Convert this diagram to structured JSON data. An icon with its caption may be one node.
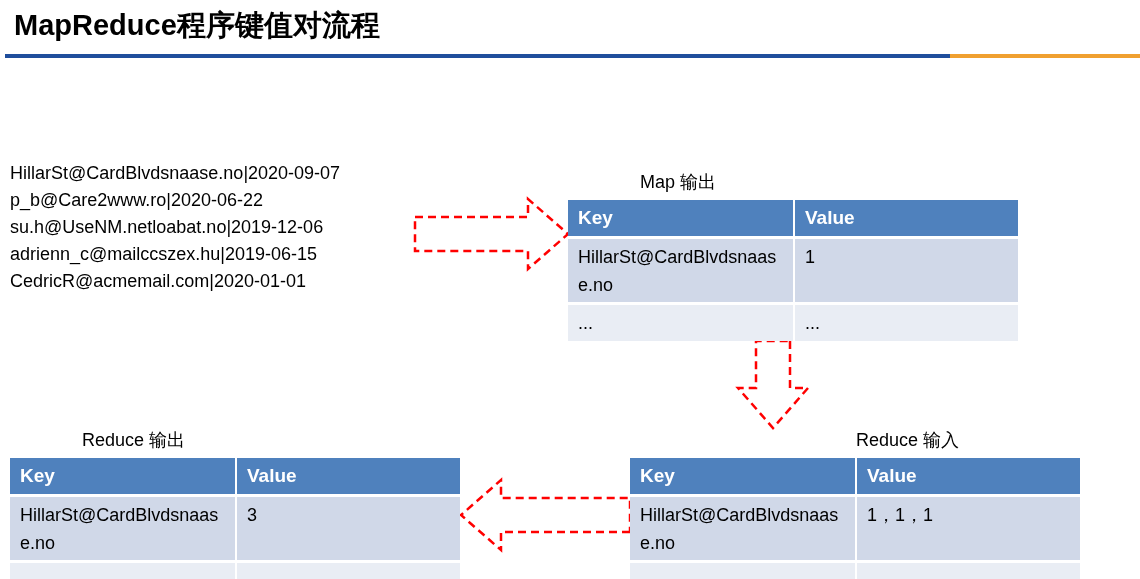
{
  "diagram": {
    "title": "MapReduce程序键值对流程",
    "nodes": [
      {
        "text": [
          "HillarSt@CardBlvdsnaase.no|2020-09-07",
          "p_b@Care2www.ro|2020-06-22",
          "su.h@UseNM.netloabat.no|2019-12-06",
          "adrienn_c@mailccszex.hu|2019-06-15",
          "CedricR@acmemail.com|2020-01-01"
        ]
      },
      {
        "text": [
          "Map 输出",
          "Key",
          "Value",
          "HillarSt@CardBlvdsnaase.no",
          "1",
          "...",
          "..."
        ]
      },
      {
        "text": [
          "Reduce 输入",
          "Key",
          "Value",
          "HillarSt@CardBlvdsnaase.no",
          "1，1，1"
        ]
      },
      {
        "text": [
          "Reduce 输出",
          "Key",
          "Value",
          "HillarSt@CardBlvdsnaase.no",
          "3"
        ]
      }
    ],
    "edges": [
      {
        "from": 0,
        "to": 1,
        "arrow": "to",
        "style": "dashed"
      },
      {
        "from": 1,
        "to": 2,
        "arrow": "to",
        "style": "dashed"
      },
      {
        "from": 2,
        "to": 3,
        "arrow": "to",
        "style": "dashed"
      }
    ]
  }
}
